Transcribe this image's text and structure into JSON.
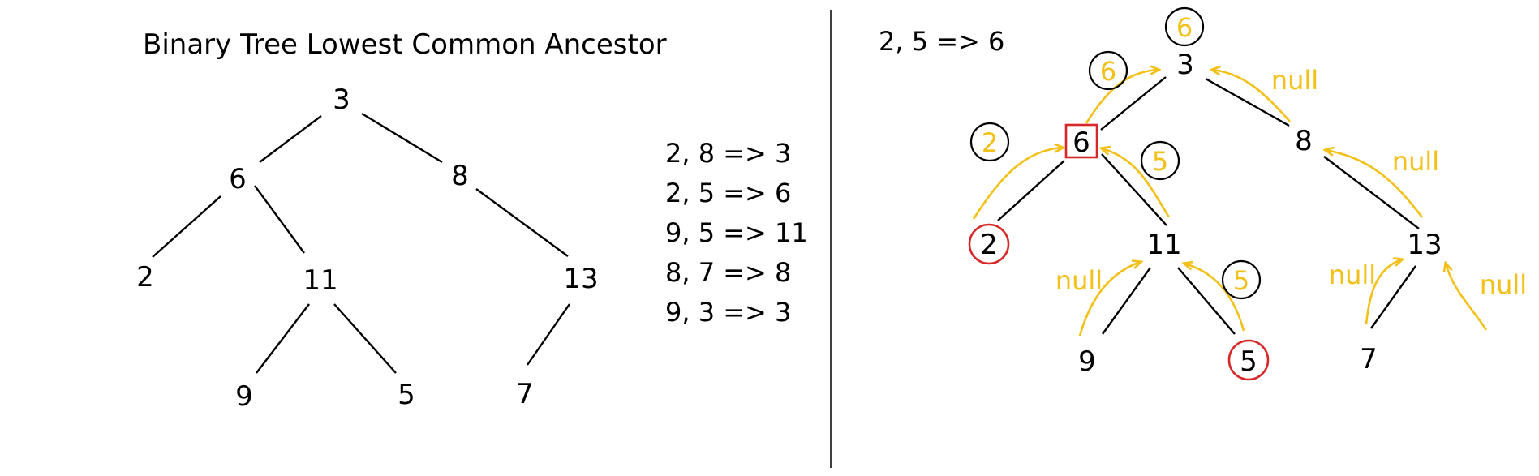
{
  "left_panel": {
    "title": "Binary Tree Lowest Common Ancestor",
    "nodes": {
      "n3": "3",
      "n6": "6",
      "n8": "8",
      "n2": "2",
      "n11": "11",
      "n13": "13",
      "n9": "9",
      "n5": "5",
      "n7": "7"
    },
    "examples": [
      "2, 8 => 3",
      "2, 5 => 6",
      "9, 5 => 11",
      "8, 7 => 8",
      "9, 3 => 3"
    ]
  },
  "right_panel": {
    "query": "2, 5 => 6",
    "nodes": {
      "n3": "3",
      "n6": "6",
      "n8": "8",
      "n2": "2",
      "n11": "11",
      "n13": "13",
      "n9": "9",
      "n5": "5",
      "n7": "7"
    },
    "returns": {
      "top_result": "6",
      "from_6": "6",
      "from_8": "null",
      "from_2": "2",
      "from_11": "5",
      "from_13": "null",
      "from_9": "null",
      "from_5": "5",
      "from_7": "null",
      "from_13_right": "null"
    }
  },
  "colors": {
    "arrow": "#f2c018",
    "target_ring": "#d62828",
    "result_box": "#d62828",
    "line": "#000000"
  }
}
